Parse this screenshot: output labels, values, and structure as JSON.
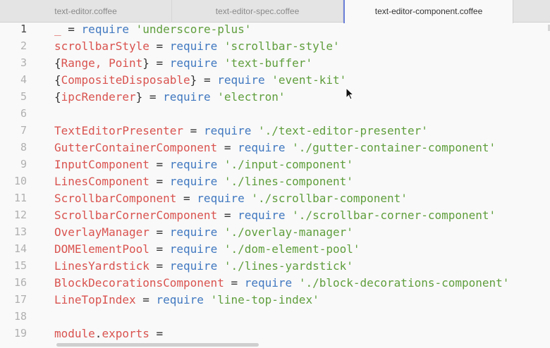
{
  "tabs": [
    {
      "label": "text-editor.coffee",
      "active": false
    },
    {
      "label": "text-editor-spec.coffee",
      "active": false
    },
    {
      "label": "text-editor-component.coffee",
      "active": true
    }
  ],
  "current_line": 1,
  "lines": [
    {
      "n": "1",
      "tokens": [
        [
          "var",
          "_"
        ],
        [
          "p",
          " = "
        ],
        [
          "kw",
          "require"
        ],
        [
          "p",
          " "
        ],
        [
          "str",
          "'underscore-plus'"
        ]
      ]
    },
    {
      "n": "2",
      "tokens": [
        [
          "var",
          "scrollbarStyle"
        ],
        [
          "p",
          " = "
        ],
        [
          "kw",
          "require"
        ],
        [
          "p",
          " "
        ],
        [
          "str",
          "'scrollbar-style'"
        ]
      ]
    },
    {
      "n": "3",
      "tokens": [
        [
          "p",
          "{"
        ],
        [
          "var",
          "Range, Point"
        ],
        [
          "p",
          "} = "
        ],
        [
          "kw",
          "require"
        ],
        [
          "p",
          " "
        ],
        [
          "str",
          "'text-buffer'"
        ]
      ]
    },
    {
      "n": "4",
      "tokens": [
        [
          "p",
          "{"
        ],
        [
          "var",
          "CompositeDisposable"
        ],
        [
          "p",
          "} = "
        ],
        [
          "kw",
          "require"
        ],
        [
          "p",
          " "
        ],
        [
          "str",
          "'event-kit'"
        ]
      ]
    },
    {
      "n": "5",
      "tokens": [
        [
          "p",
          "{"
        ],
        [
          "var",
          "ipcRenderer"
        ],
        [
          "p",
          "} = "
        ],
        [
          "kw",
          "require"
        ],
        [
          "p",
          " "
        ],
        [
          "str",
          "'electron'"
        ]
      ]
    },
    {
      "n": "6",
      "tokens": []
    },
    {
      "n": "7",
      "tokens": [
        [
          "var",
          "TextEditorPresenter"
        ],
        [
          "p",
          " = "
        ],
        [
          "kw",
          "require"
        ],
        [
          "p",
          " "
        ],
        [
          "str",
          "'./text-editor-presenter'"
        ]
      ]
    },
    {
      "n": "8",
      "tokens": [
        [
          "var",
          "GutterContainerComponent"
        ],
        [
          "p",
          " = "
        ],
        [
          "kw",
          "require"
        ],
        [
          "p",
          " "
        ],
        [
          "str",
          "'./gutter-container-component'"
        ]
      ]
    },
    {
      "n": "9",
      "tokens": [
        [
          "var",
          "InputComponent"
        ],
        [
          "p",
          " = "
        ],
        [
          "kw",
          "require"
        ],
        [
          "p",
          " "
        ],
        [
          "str",
          "'./input-component'"
        ]
      ]
    },
    {
      "n": "10",
      "tokens": [
        [
          "var",
          "LinesComponent"
        ],
        [
          "p",
          " = "
        ],
        [
          "kw",
          "require"
        ],
        [
          "p",
          " "
        ],
        [
          "str",
          "'./lines-component'"
        ]
      ]
    },
    {
      "n": "11",
      "tokens": [
        [
          "var",
          "ScrollbarComponent"
        ],
        [
          "p",
          " = "
        ],
        [
          "kw",
          "require"
        ],
        [
          "p",
          " "
        ],
        [
          "str",
          "'./scrollbar-component'"
        ]
      ]
    },
    {
      "n": "12",
      "tokens": [
        [
          "var",
          "ScrollbarCornerComponent"
        ],
        [
          "p",
          " = "
        ],
        [
          "kw",
          "require"
        ],
        [
          "p",
          " "
        ],
        [
          "str",
          "'./scrollbar-corner-component'"
        ]
      ]
    },
    {
      "n": "13",
      "tokens": [
        [
          "var",
          "OverlayManager"
        ],
        [
          "p",
          " = "
        ],
        [
          "kw",
          "require"
        ],
        [
          "p",
          " "
        ],
        [
          "str",
          "'./overlay-manager'"
        ]
      ]
    },
    {
      "n": "14",
      "tokens": [
        [
          "var",
          "DOMElementPool"
        ],
        [
          "p",
          " = "
        ],
        [
          "kw",
          "require"
        ],
        [
          "p",
          " "
        ],
        [
          "str",
          "'./dom-element-pool'"
        ]
      ]
    },
    {
      "n": "15",
      "tokens": [
        [
          "var",
          "LinesYardstick"
        ],
        [
          "p",
          " = "
        ],
        [
          "kw",
          "require"
        ],
        [
          "p",
          " "
        ],
        [
          "str",
          "'./lines-yardstick'"
        ]
      ]
    },
    {
      "n": "16",
      "tokens": [
        [
          "var",
          "BlockDecorationsComponent"
        ],
        [
          "p",
          " = "
        ],
        [
          "kw",
          "require"
        ],
        [
          "p",
          " "
        ],
        [
          "str",
          "'./block-decorations-component'"
        ]
      ]
    },
    {
      "n": "17",
      "tokens": [
        [
          "var",
          "LineTopIndex"
        ],
        [
          "p",
          " = "
        ],
        [
          "kw",
          "require"
        ],
        [
          "p",
          " "
        ],
        [
          "str",
          "'line-top-index'"
        ]
      ]
    },
    {
      "n": "18",
      "tokens": []
    },
    {
      "n": "19",
      "tokens": [
        [
          "var",
          "module"
        ],
        [
          "p",
          "."
        ],
        [
          "var",
          "exports"
        ],
        [
          "p",
          " ="
        ]
      ]
    }
  ]
}
